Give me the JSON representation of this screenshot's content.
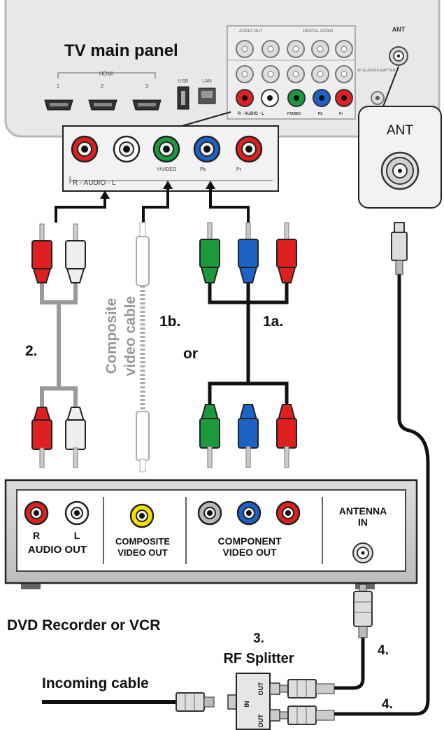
{
  "tv": {
    "title": "TV main panel",
    "hdmi_group": "HDMI",
    "hdmi_ports": [
      "1",
      "2",
      "3"
    ],
    "usb": "USB",
    "lan": "LAN",
    "ant_small": "ANT",
    "panel_labels": {
      "audio_r_audio_l": "R - AUDIO - L",
      "audio_out": "AUDIO OUT",
      "digital_audio": "DIGITAL AUDIO",
      "y_video_small": "Y/VIDEO",
      "pb_small": "Pb",
      "pr_small": "Pr",
      "glasses": "3D GLASSES EMITTER"
    }
  },
  "zoom": {
    "r_audio_l": "R - AUDIO - L",
    "y_video": "Y/VIDEO",
    "pb": "Pb",
    "pr": "Pr",
    "ant_title": "ANT"
  },
  "colors": {
    "red": "#e02020",
    "white": "#ffffff",
    "green": "#1a9a3c",
    "blue": "#1c63c8",
    "yellow": "#f5e000",
    "gray": "#b8b8b8",
    "panel": "#e6e6e6",
    "cable_black": "#111111",
    "cable_gray": "#9a9a9a"
  },
  "labels": {
    "step_2": "2.",
    "composite_line1": "Composite",
    "composite_line2": "video cable",
    "step_1b": "1b.",
    "or": "or",
    "step_1a": "1a.",
    "step_3": "3.",
    "rf_splitter": "RF Splitter",
    "step_4a": "4.",
    "step_4b": "4.",
    "incoming_cable": "Incoming cable",
    "device_name": "DVD Recorder or VCR",
    "splitter_in": "IN",
    "splitter_out1": "OUT",
    "splitter_out2": "OUT"
  },
  "device": {
    "r": "R",
    "l": "L",
    "audio_out": "AUDIO OUT",
    "composite_1": "COMPOSITE",
    "composite_2": "VIDEO OUT",
    "component_1": "COMPONENT",
    "component_2": "VIDEO OUT",
    "antenna_1": "ANTENNA",
    "antenna_2": "IN"
  }
}
